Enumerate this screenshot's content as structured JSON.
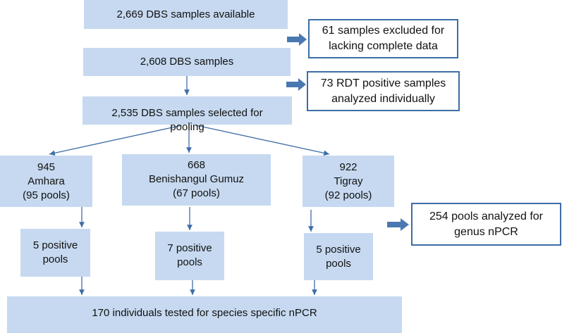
{
  "main_flow": {
    "available": "2,669 DBS samples  available",
    "samples": "2,608  DBS samples",
    "selected_line1": "2,535 DBS samples  selected  for",
    "selected_line2": "pooling"
  },
  "side_boxes": {
    "excluded": [
      "61 samples excluded  for",
      "lacking complete data"
    ],
    "rdt": [
      "73 RDT positive samples",
      "analyzed individually"
    ],
    "genus": [
      "254 pools analyzed for",
      "genus nPCR"
    ]
  },
  "regions": [
    {
      "count": "945",
      "name": "Amhara",
      "pools": "(95 pools)",
      "positive": [
        "5 positive",
        "pools"
      ]
    },
    {
      "count": "668",
      "name": "Benishangul  Gumuz",
      "pools": "(67 pools)",
      "positive": [
        "7 positive",
        "pools"
      ]
    },
    {
      "count": "922",
      "name": "Tigray",
      "pools": "(92 pools)",
      "positive": [
        "5 positive",
        "pools"
      ]
    }
  ],
  "final": "170 individuals tested for species specific nPCR",
  "colors": {
    "box_fill": "#c6d9f0",
    "accent": "#3d6da6"
  }
}
